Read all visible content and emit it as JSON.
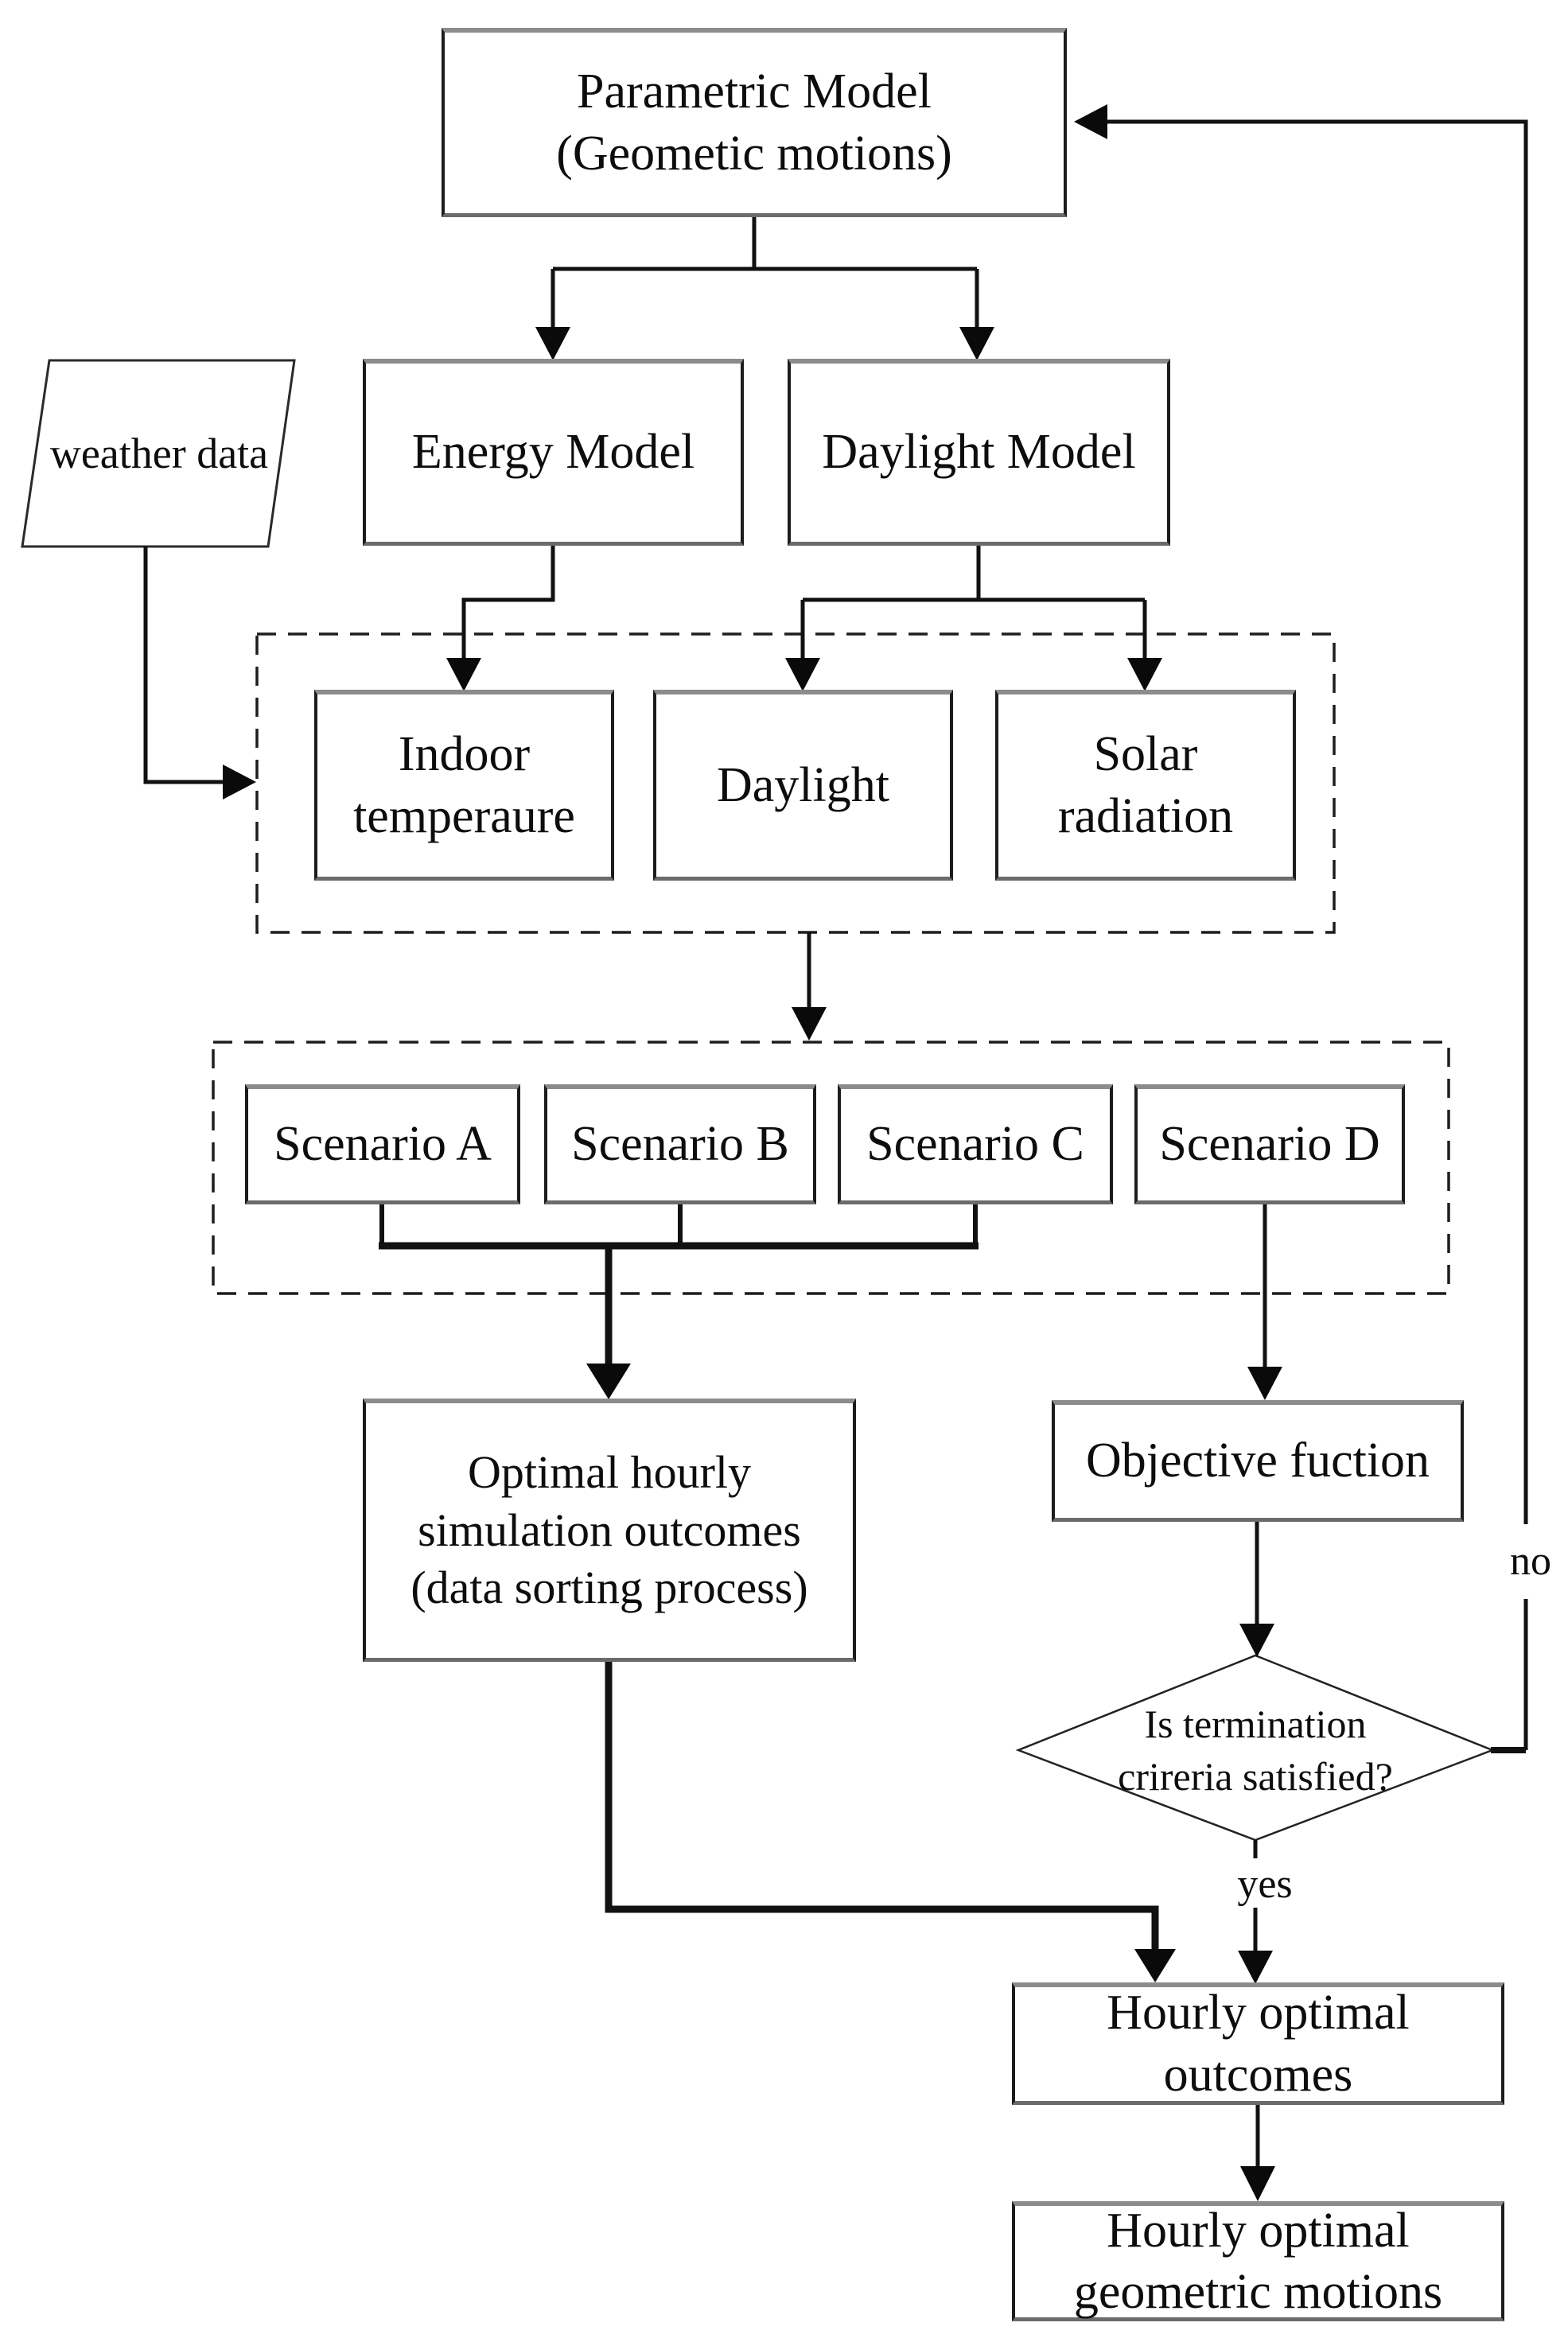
{
  "nodes": {
    "parametric_model": {
      "label": "Parametric Model\n(Geometic motions)"
    },
    "weather_data": {
      "label": "weather data"
    },
    "energy_model": {
      "label": "Energy Model"
    },
    "daylight_model": {
      "label": "Daylight Model"
    },
    "indoor_temperature": {
      "label": "Indoor\ntemperaure"
    },
    "daylight": {
      "label": "Daylight"
    },
    "solar_radiation": {
      "label": "Solar\nradiation"
    },
    "scenario_a": {
      "label": "Scenario A"
    },
    "scenario_b": {
      "label": "Scenario B"
    },
    "scenario_c": {
      "label": "Scenario C"
    },
    "scenario_d": {
      "label": "Scenario D"
    },
    "optimal_hourly_outcomes": {
      "label": "Optimal hourly\nsimulation outcomes\n(data sorting process)"
    },
    "objective_function": {
      "label": "Objective fuction"
    },
    "termination_check": {
      "label": "Is termination\ncrireria satisfied?"
    },
    "hourly_optimal_outcomes": {
      "label": "Hourly optimal\noutcomes"
    },
    "hourly_optimal_geometric_motions": {
      "label": "Hourly optimal\ngeometric motions"
    }
  },
  "edge_labels": {
    "yes": "yes",
    "no": "no"
  },
  "colors": {
    "line": "#111111",
    "background": "#ffffff",
    "text": "#0d0d0d"
  }
}
